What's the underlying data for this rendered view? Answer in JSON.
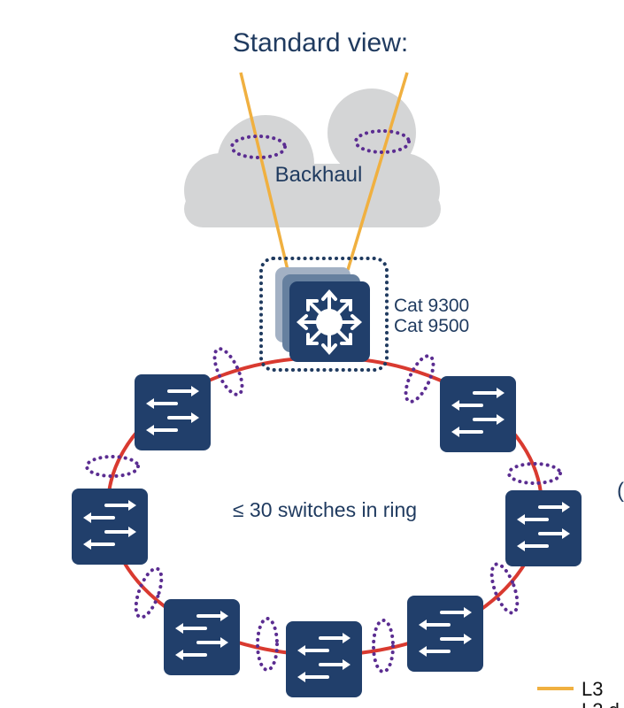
{
  "title": "Standard view:",
  "cloud_label": "Backhaul",
  "core_labels": [
    "Cat 9300",
    "Cat 9500"
  ],
  "ring_label": "≤ 30 switches in ring",
  "legend": [
    {
      "label": "L3",
      "color": "#f0b040"
    },
    {
      "label": "L2 d",
      "color": "#d33a2c"
    }
  ],
  "colors": {
    "switch": "#213f6b",
    "ring": "#d93a30",
    "l3": "#f0b040",
    "portchannel": "#5b2d91",
    "cloud": "#d4d5d6"
  },
  "icons": {
    "core": "layer3-switch-icon",
    "access": "layer2-switch-icon"
  }
}
